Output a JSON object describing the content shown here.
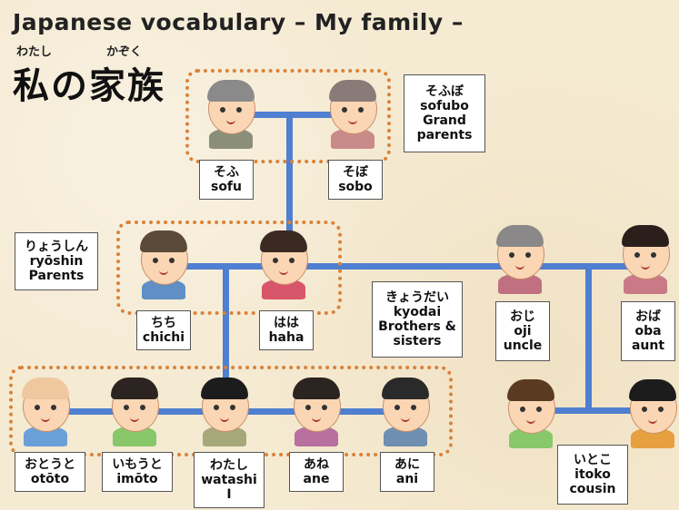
{
  "title": "Japanese vocabulary – My family –",
  "heading_ruby": {
    "watashi": "わたし",
    "kazoku": "かぞく"
  },
  "heading_kanji": "私の家族",
  "colors": {
    "line": "#4f7fd0",
    "group_border": "#d9823a",
    "background": "#f5ead2"
  },
  "labels": {
    "sofubo": [
      "そふぼ",
      "sofubo",
      "Grand",
      "parents"
    ],
    "sofu": [
      "そふ",
      "sofu"
    ],
    "sobo": [
      "そぼ",
      "sobo"
    ],
    "ryoshin": [
      "りょうしん",
      "ryōshin",
      "Parents"
    ],
    "chichi": [
      "ちち",
      "chichi"
    ],
    "haha": [
      "はは",
      "haha"
    ],
    "kyodai": [
      "きょうだい",
      "kyodai",
      "Brothers &",
      "sisters"
    ],
    "oji": [
      "おじ",
      "oji",
      "uncle"
    ],
    "oba": [
      "おば",
      "oba",
      "aunt"
    ],
    "ototo": [
      "おとうと",
      "otōto"
    ],
    "imoto": [
      "いもうと",
      "imōto"
    ],
    "watashi": [
      "わたし",
      "watashi",
      "I"
    ],
    "ane": [
      "あね",
      "ane"
    ],
    "ani": [
      "あに",
      "ani"
    ],
    "itoko": [
      "いとこ",
      "itoko",
      "cousin"
    ]
  },
  "people": [
    {
      "id": "sofu",
      "hair": "#8a8a8a",
      "shirt": "#8b8f7a"
    },
    {
      "id": "sobo",
      "hair": "#8a7a78",
      "shirt": "#c98a8a"
    },
    {
      "id": "chichi",
      "hair": "#5b4a3a",
      "shirt": "#5f8fc4"
    },
    {
      "id": "haha",
      "hair": "#3a2a22",
      "shirt": "#d9556a"
    },
    {
      "id": "oji",
      "hair": "#8a8888",
      "shirt": "#c07080"
    },
    {
      "id": "oba",
      "hair": "#2a1f1a",
      "shirt": "#c97a86"
    },
    {
      "id": "ototo",
      "hair": "#f0c8a0",
      "shirt": "#6aa0d8"
    },
    {
      "id": "imoto",
      "hair": "#2c2420",
      "shirt": "#88c86a"
    },
    {
      "id": "watashi",
      "hair": "#1c1c1c",
      "shirt": "#a6a87a"
    },
    {
      "id": "ane",
      "hair": "#2b2420",
      "shirt": "#b870a0"
    },
    {
      "id": "ani",
      "hair": "#2a2a2a",
      "shirt": "#6f8fb0"
    },
    {
      "id": "itoko1",
      "hair": "#5b3a22",
      "shirt": "#88c86a"
    },
    {
      "id": "itoko2",
      "hair": "#1c1c1c",
      "shirt": "#e6a040"
    }
  ]
}
